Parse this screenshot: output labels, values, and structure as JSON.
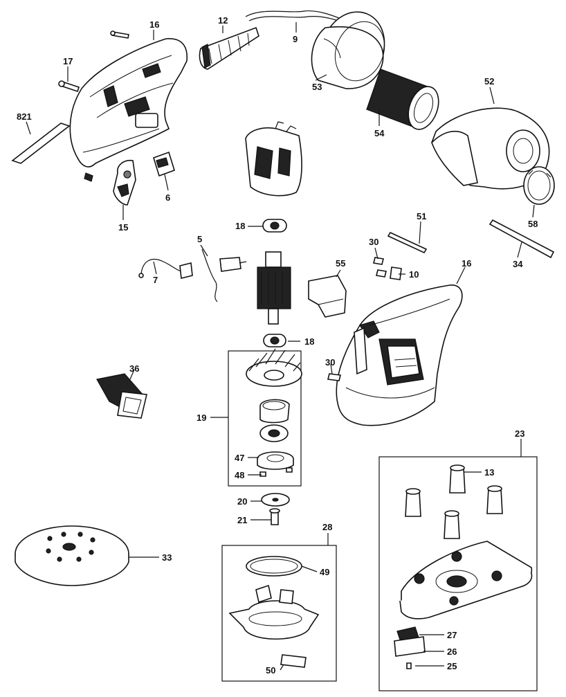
{
  "labels": {
    "p16a": "16",
    "p12": "12",
    "p9": "9",
    "p17": "17",
    "p821": "821",
    "p53": "53",
    "p52": "52",
    "p54": "54",
    "p6": "6",
    "p15": "15",
    "p58": "58",
    "p18a": "18",
    "p51": "51",
    "p5": "5",
    "p30a": "30",
    "p10": "10",
    "p34": "34",
    "p16b": "16",
    "p7": "7",
    "p55": "55",
    "p18b": "18",
    "p30b": "30",
    "p36": "36",
    "p19": "19",
    "p23": "23",
    "p47": "47",
    "p48": "48",
    "p13": "13",
    "p20": "20",
    "p21": "21",
    "p28": "28",
    "p33": "33",
    "p49": "49",
    "p27": "27",
    "p26": "26",
    "p50": "50",
    "p25": "25"
  }
}
